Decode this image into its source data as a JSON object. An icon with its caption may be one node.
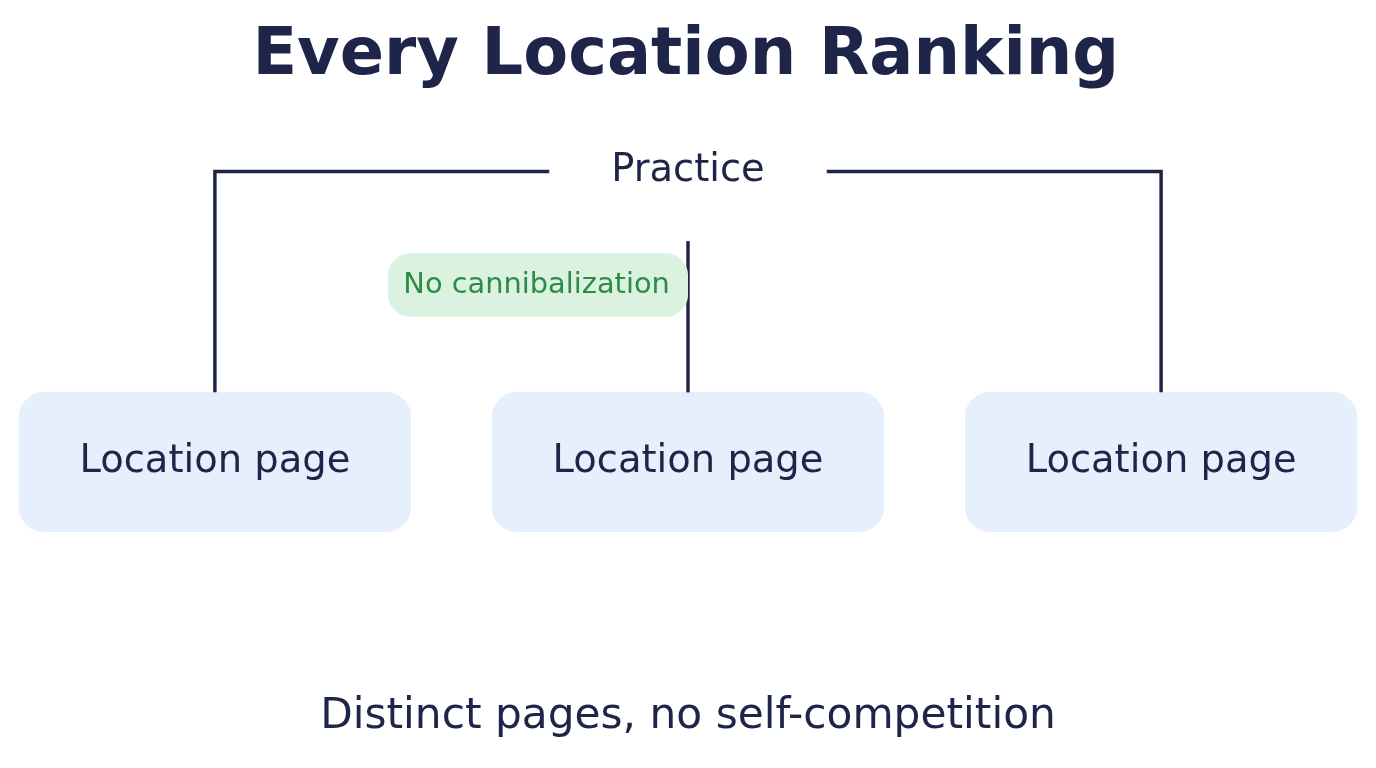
{
  "diagram": {
    "title": "Every Location Ranking",
    "caption": "Distinct pages, no self-competition",
    "nodes": [
      {
        "text": [
          "Practice"
        ]
      },
      {
        "text": [
          "Location page"
        ]
      },
      {
        "text": [
          "Location page"
        ]
      },
      {
        "text": [
          "Location page"
        ]
      }
    ],
    "edges": [
      {
        "from": 0,
        "to": 1,
        "arrow": "none"
      },
      {
        "from": 0,
        "to": 2,
        "arrow": "none",
        "label": "No cannibalization"
      },
      {
        "from": 0,
        "to": 3,
        "arrow": "none"
      }
    ]
  }
}
